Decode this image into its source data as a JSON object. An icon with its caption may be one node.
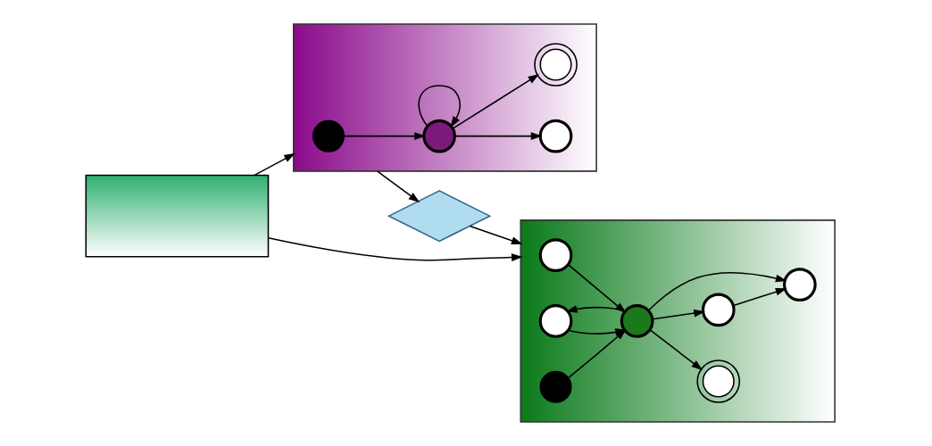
{
  "diagram": {
    "nodes": [
      {
        "text": [],
        "shape": "box"
      },
      {
        "text": [],
        "shape": "circle",
        "in": 0
      },
      {
        "text": [],
        "shape": "circle",
        "in": 0
      },
      {
        "text": [],
        "shape": "circle",
        "in": 0
      },
      {
        "text": [],
        "shape": "circle",
        "in": 0
      },
      {
        "text": [],
        "shape": "circle",
        "in": 0
      },
      {
        "text": [],
        "shape": "circle",
        "in": 0
      },
      {
        "text": [],
        "shape": "circle",
        "in": 0
      },
      {
        "text": [],
        "shape": "diamond"
      },
      {
        "text": [],
        "shape": "box"
      },
      {
        "text": [],
        "shape": "circle",
        "in": 9
      },
      {
        "text": [],
        "shape": "circle",
        "in": 9
      },
      {
        "text": [],
        "shape": "circle",
        "in": 9
      },
      {
        "text": [],
        "shape": "circle",
        "in": 9
      },
      {
        "text": [],
        "shape": "box"
      }
    ],
    "edges": [
      {
        "from": 1,
        "to": 4,
        "arrow": "to"
      },
      {
        "from": 4,
        "to": 2,
        "arrow": "to"
      },
      {
        "from": 2,
        "to": 4,
        "arrow": "to"
      },
      {
        "from": 3,
        "to": 4,
        "arrow": "to"
      },
      {
        "from": 4,
        "to": 5,
        "arrow": "to"
      },
      {
        "from": 4,
        "to": 6,
        "arrow": "to"
      },
      {
        "from": 6,
        "to": 7,
        "arrow": "to"
      },
      {
        "from": 4,
        "to": 7,
        "arrow": "to"
      },
      {
        "from": 10,
        "to": 11,
        "arrow": "to"
      },
      {
        "from": 11,
        "to": 11,
        "arrow": "to"
      },
      {
        "from": 11,
        "to": 13,
        "arrow": "to"
      },
      {
        "from": 11,
        "to": 12,
        "arrow": "to"
      },
      {
        "from": 9,
        "to": 8,
        "arrow": "to"
      },
      {
        "from": 8,
        "to": 0,
        "arrow": "to"
      },
      {
        "from": 14,
        "to": 0,
        "arrow": "to"
      },
      {
        "from": 14,
        "to": 9,
        "arrow": "to"
      }
    ]
  }
}
